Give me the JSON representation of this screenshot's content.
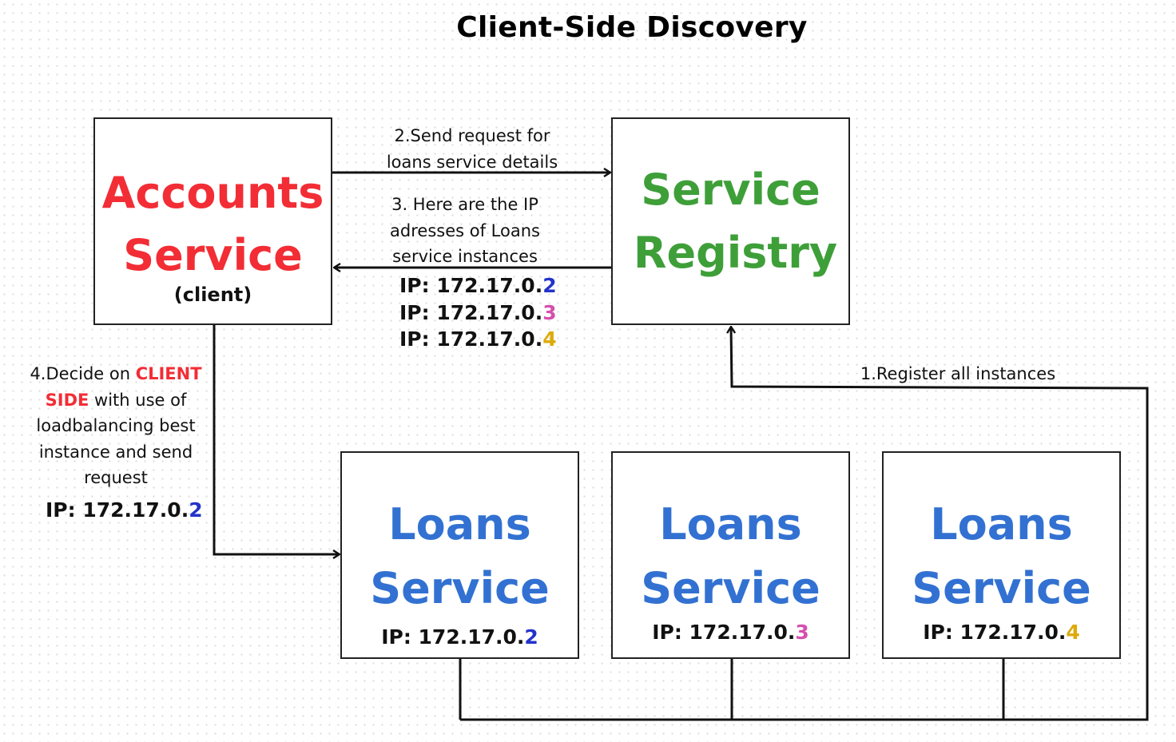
{
  "title": "Client-Side Discovery",
  "colors": {
    "accounts": "#f22d35",
    "registry": "#3e9f39",
    "loans": "#3271d2",
    "ip_2": "#2433c9",
    "ip_3": "#d54fae",
    "ip_4": "#ddaa0a",
    "client_side": "#f22d35"
  },
  "accounts": {
    "line1": "Accounts",
    "line2": "Service",
    "sub": "(client)"
  },
  "registry": {
    "line1": "Service",
    "line2": "Registry"
  },
  "loans": [
    {
      "line1": "Loans",
      "line2": "Service",
      "ip_prefix": "IP: 172.17.0.",
      "ip_suffix": "2"
    },
    {
      "line1": "Loans",
      "line2": "Service",
      "ip_prefix": "IP: 172.17.0.",
      "ip_suffix": "3"
    },
    {
      "line1": "Loans",
      "line2": "Service",
      "ip_prefix": "IP: 172.17.0.",
      "ip_suffix": "4"
    }
  ],
  "labels": {
    "step1": "1.Register all instances",
    "step2_line1": "2.Send request for",
    "step2_line2": "loans service details",
    "step3_line1": "3. Here are the IP",
    "step3_line2": "adresses of Loans",
    "step3_line3": "service instances",
    "step3_ips": [
      {
        "prefix": "IP: 172.17.0.",
        "suffix": "2"
      },
      {
        "prefix": "IP: 172.17.0.",
        "suffix": "3"
      },
      {
        "prefix": "IP: 172.17.0.",
        "suffix": "4"
      }
    ],
    "step4_part1": "4.Decide on ",
    "step4_highlight1": "CLIENT",
    "step4_highlight2": "SIDE",
    "step4_part2": " with use of",
    "step4_line3": "loadbalancing best",
    "step4_line4": "instance and send",
    "step4_line5": "request",
    "step4_ip_prefix": "IP: 172.17.0.",
    "step4_ip_suffix": "2"
  }
}
